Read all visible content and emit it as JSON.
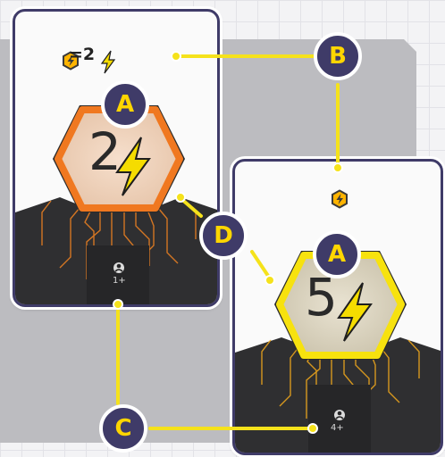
{
  "callouts": {
    "a": "A",
    "b": "B",
    "c": "C",
    "d": "D"
  },
  "card_small": {
    "conversion_equals": "=2",
    "energy_value": "2",
    "players_label": "1+"
  },
  "card_large": {
    "energy_value": "5",
    "players_label": "4+"
  },
  "icons": {
    "energy": "lightning-bolt-icon",
    "energy_token": "hex-energy-token-icon",
    "player": "player-icon"
  },
  "colors": {
    "callout_fill": "#3f3b68",
    "callout_text": "#ffd600",
    "connector": "#f5e21b",
    "small_hex_border": "#f07820",
    "large_hex_border": "#f7e20e",
    "circuit_small": "#e67e22",
    "circuit_large": "#e9a31c"
  }
}
